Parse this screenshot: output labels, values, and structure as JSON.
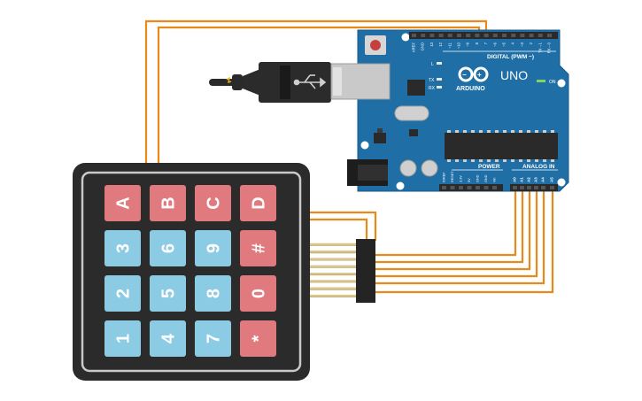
{
  "board": {
    "brand": "ARDUINO",
    "model": "UNO",
    "digital_header_label": "DIGITAL (PWM ~)",
    "power_label": "POWER",
    "analog_label": "ANALOG IN",
    "on_label": "ON",
    "l_label": "L",
    "tx_label": "TX",
    "rx_label": "RX",
    "digital_pins": [
      "AREF",
      "GND",
      "13",
      "12",
      "~11",
      "~10",
      "~9",
      "8",
      "7",
      "~6",
      "~5",
      "4",
      "~3",
      "2",
      "TX→1",
      "RX←0"
    ],
    "power_pins": [
      "IOREF",
      "RESET",
      "3.3V",
      "5V",
      "GND",
      "GND",
      "Vin"
    ],
    "analog_pins": [
      "A0",
      "A1",
      "A2",
      "A3",
      "A4",
      "A5"
    ],
    "board_color": "#1f6fa6"
  },
  "keypad": {
    "rows": [
      [
        "A",
        "B",
        "C",
        "D"
      ],
      [
        "3",
        "6",
        "9",
        "#"
      ],
      [
        "2",
        "5",
        "8",
        "0"
      ],
      [
        "1",
        "4",
        "7",
        "*"
      ]
    ],
    "colors": {
      "red_key": "#e07a7f",
      "blue_key": "#8ccbe4",
      "body": "#2b2b2b"
    }
  },
  "wires": {
    "color": "#e8891a"
  },
  "icons": {
    "usb": "usb-icon",
    "logo": "infinity-logo-icon"
  }
}
